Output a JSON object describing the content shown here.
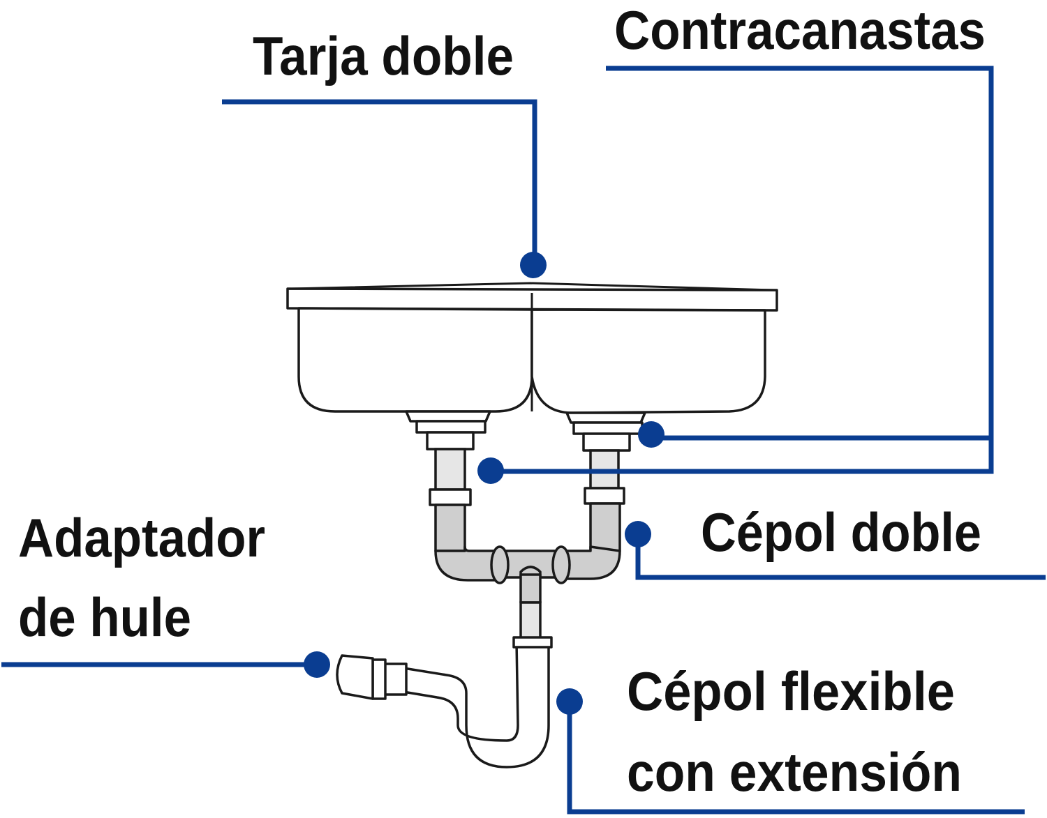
{
  "colors": {
    "leader": "#0a3d91",
    "text": "#111111",
    "pipe_fill": "#cfcfcf"
  },
  "labels": {
    "tarja_doble": "Tarja doble",
    "contracanastas": "Contracanastas",
    "cepol_doble": "Cépol doble",
    "adaptador_line1": "Adaptador",
    "adaptador_line2": "de hule",
    "cepol_flexible_line1": "Cépol flexible",
    "cepol_flexible_line2": "con extensión"
  }
}
